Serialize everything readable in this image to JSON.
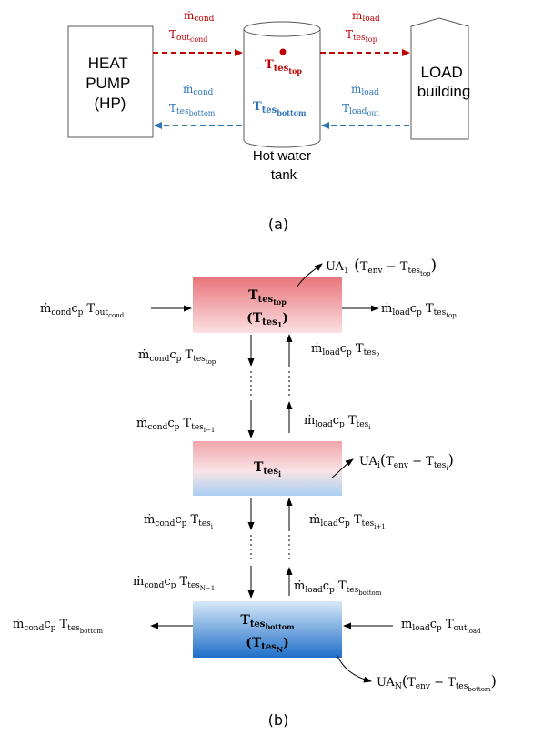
{
  "panel_a": {
    "heat_pump_lines": [
      "HEAT",
      "PUMP",
      "(HP)"
    ],
    "load_lines": [
      "LOAD",
      "building"
    ],
    "tank_lines": [
      "Hot water",
      "tank"
    ],
    "tank_top_label": {
      "base": "T",
      "sub": "tes",
      "subsub": "top"
    },
    "tank_bottom_label": {
      "base": "T",
      "sub": "tes",
      "subsub": "bottom"
    },
    "cond_flow_top": {
      "base": "ṁ",
      "sub": "cond"
    },
    "cond_temp_top": {
      "base": "T",
      "sub": "out",
      "subsub": "cond"
    },
    "load_flow_top": {
      "base": "ṁ",
      "sub": "load"
    },
    "load_temp_top": {
      "base": "T",
      "sub": "tes",
      "subsub": "top"
    },
    "cond_flow_bottom": {
      "base": "ṁ",
      "sub": "cond"
    },
    "cond_temp_bottom": {
      "base": "T",
      "sub": "tes",
      "subsub": "bottom"
    },
    "load_flow_bottom": {
      "base": "ṁ",
      "sub": "load"
    },
    "load_temp_bottom": {
      "base": "T",
      "sub": "load",
      "subsub": "out"
    },
    "caption": "(a)",
    "colors": {
      "hot": "#c00000",
      "cold": "#2e75b6"
    }
  },
  "panel_b": {
    "top_node": {
      "line1": {
        "base": "T",
        "sub": "tes",
        "subsub": "top"
      },
      "line2": {
        "base": "T",
        "sub": "tes",
        "subsub": "1"
      }
    },
    "middle_node": {
      "line1": {
        "base": "T",
        "sub": "tes",
        "subsub": "i"
      }
    },
    "bottom_node": {
      "line1": {
        "base": "T",
        "sub": "tes",
        "subsub": "bottom"
      },
      "line2": {
        "base": "T",
        "sub": "tes",
        "subsub": "N"
      }
    },
    "inflow_top": {
      "lead": "ṁ",
      "lead_sub": "cond",
      "mid": "c",
      "mid_sub": "p",
      "base": "T",
      "sub": "out",
      "subsub": "cond"
    },
    "outflow_top": {
      "lead": "ṁ",
      "lead_sub": "load",
      "mid": "c",
      "mid_sub": "p",
      "base": "T",
      "sub": "tes",
      "subsub": "top"
    },
    "loss_top": {
      "prefix": "UA",
      "prefix_sub": "1",
      "env": "T",
      "env_sub": "env",
      "base": "T",
      "sub": "tes",
      "subsub": "top"
    },
    "down_1": {
      "lead": "ṁ",
      "lead_sub": "cond",
      "mid": "c",
      "mid_sub": "p",
      "base": "T",
      "sub": "tes",
      "subsub": "top"
    },
    "up_1": {
      "lead": "ṁ",
      "lead_sub": "load",
      "mid": "c",
      "mid_sub": "p",
      "base": "T",
      "sub": "tes",
      "subsub": "2"
    },
    "down_2": {
      "lead": "ṁ",
      "lead_sub": "cond",
      "mid": "c",
      "mid_sub": "p",
      "base": "T",
      "sub": "tes",
      "subsub": "i−1"
    },
    "up_2": {
      "lead": "ṁ",
      "lead_sub": "load",
      "mid": "c",
      "mid_sub": "p",
      "base": "T",
      "sub": "tes",
      "subsub": "i"
    },
    "loss_mid": {
      "prefix": "UA",
      "prefix_sub": "i",
      "env": "T",
      "env_sub": "env",
      "base": "T",
      "sub": "tes",
      "subsub": "i"
    },
    "down_3": {
      "lead": "ṁ",
      "lead_sub": "cond",
      "mid": "c",
      "mid_sub": "p",
      "base": "T",
      "sub": "tes",
      "subsub": "i"
    },
    "up_3": {
      "lead": "ṁ",
      "lead_sub": "load",
      "mid": "c",
      "mid_sub": "p",
      "base": "T",
      "sub": "tes",
      "subsub": "i+1"
    },
    "down_4": {
      "lead": "ṁ",
      "lead_sub": "cond",
      "mid": "c",
      "mid_sub": "p",
      "base": "T",
      "sub": "tes",
      "subsub": "N−1"
    },
    "up_4": {
      "lead": "ṁ",
      "lead_sub": "load",
      "mid": "c",
      "mid_sub": "p",
      "base": "T",
      "sub": "tes",
      "subsub": "bottom"
    },
    "outflow_bottom": {
      "lead": "ṁ",
      "lead_sub": "cond",
      "mid": "c",
      "mid_sub": "p",
      "base": "T",
      "sub": "tes",
      "subsub": "bottom"
    },
    "inflow_bottom": {
      "lead": "ṁ",
      "lead_sub": "load",
      "mid": "c",
      "mid_sub": "p",
      "base": "T",
      "sub": "out",
      "subsub": "load"
    },
    "loss_bottom": {
      "prefix": "UA",
      "prefix_sub": "N",
      "env": "T",
      "env_sub": "env",
      "base": "T",
      "sub": "tes",
      "subsub": "bottom"
    },
    "caption": "(b)"
  }
}
